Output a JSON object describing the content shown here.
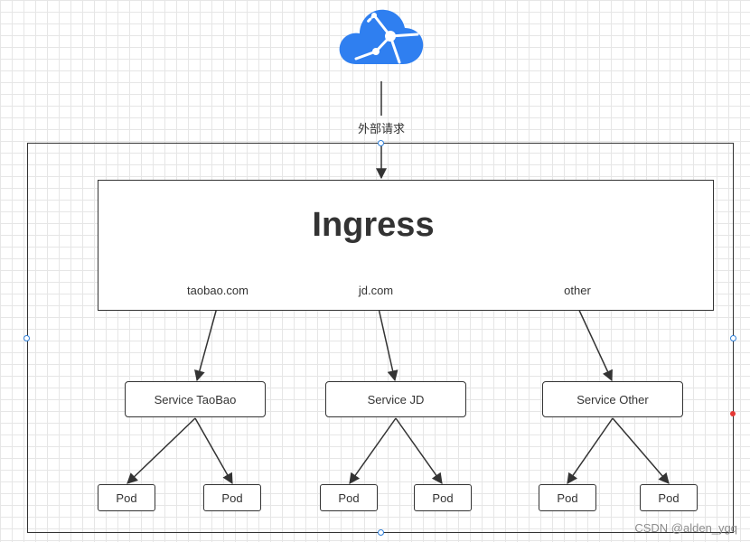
{
  "external_request": "外部请求",
  "ingress": {
    "title": "Ingress",
    "hosts": [
      "taobao.com",
      "jd.com",
      "other"
    ]
  },
  "services": [
    "Service TaoBao",
    "Service JD",
    "Service Other"
  ],
  "pod_label": "Pod",
  "watermark": "CSDN @alden_ygq",
  "colors": {
    "cloud": "#2f7ff0",
    "line": "#333333",
    "handle": "#2f7fd8"
  }
}
